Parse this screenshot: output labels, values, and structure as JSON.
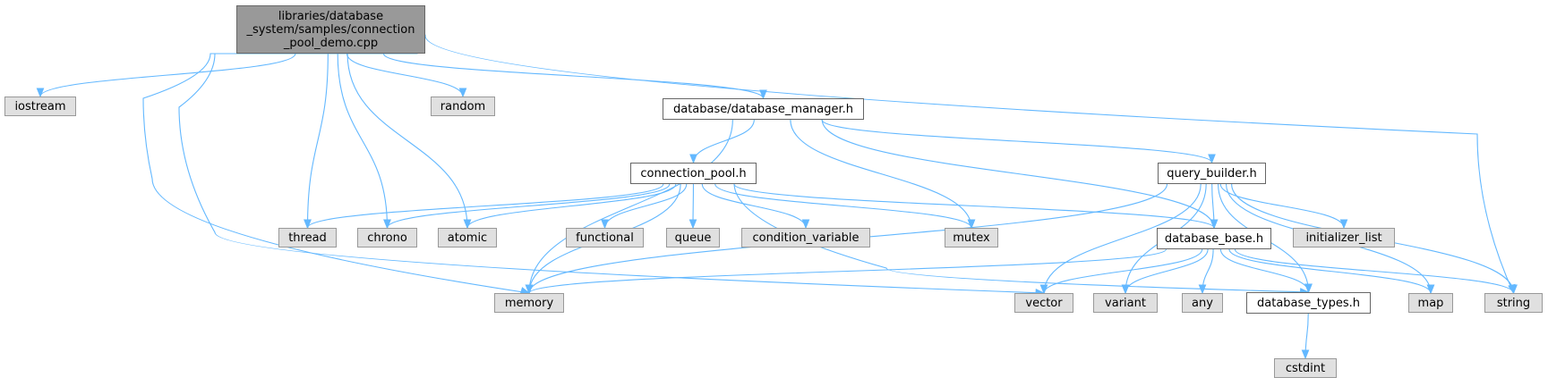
{
  "root": {
    "label_lines": [
      "libraries/database",
      "_system/samples/connection",
      "_pool_demo.cpp"
    ]
  },
  "nodes": {
    "iostream": "iostream",
    "random": "random",
    "database_manager": "database/database_manager.h",
    "connection_pool": "connection_pool.h",
    "query_builder": "query_builder.h",
    "thread": "thread",
    "chrono": "chrono",
    "atomic": "atomic",
    "functional": "functional",
    "queue": "queue",
    "condition_variable": "condition_variable",
    "mutex": "mutex",
    "database_base": "database_base.h",
    "initializer_list": "initializer_list",
    "memory": "memory",
    "vector": "vector",
    "variant": "variant",
    "any": "any",
    "database_types": "database_types.h",
    "map": "map",
    "string": "string",
    "cstdint": "cstdint"
  },
  "edges": [
    [
      "root",
      "iostream"
    ],
    [
      "root",
      "random"
    ],
    [
      "root",
      "database_manager"
    ],
    [
      "root",
      "string"
    ],
    [
      "root",
      "thread"
    ],
    [
      "root",
      "chrono"
    ],
    [
      "root",
      "atomic"
    ],
    [
      "root",
      "memory"
    ],
    [
      "root",
      "vector"
    ],
    [
      "database_manager",
      "connection_pool"
    ],
    [
      "database_manager",
      "query_builder"
    ],
    [
      "database_manager",
      "memory"
    ],
    [
      "database_manager",
      "mutex"
    ],
    [
      "database_manager",
      "database_base"
    ],
    [
      "connection_pool",
      "thread"
    ],
    [
      "connection_pool",
      "chrono"
    ],
    [
      "connection_pool",
      "atomic"
    ],
    [
      "connection_pool",
      "functional"
    ],
    [
      "connection_pool",
      "queue"
    ],
    [
      "connection_pool",
      "condition_variable"
    ],
    [
      "connection_pool",
      "mutex"
    ],
    [
      "connection_pool",
      "memory"
    ],
    [
      "connection_pool",
      "database_base"
    ],
    [
      "connection_pool",
      "database_types"
    ],
    [
      "query_builder",
      "database_base"
    ],
    [
      "query_builder",
      "initializer_list"
    ],
    [
      "query_builder",
      "memory"
    ],
    [
      "query_builder",
      "vector"
    ],
    [
      "query_builder",
      "variant"
    ],
    [
      "query_builder",
      "map"
    ],
    [
      "query_builder",
      "string"
    ],
    [
      "query_builder",
      "database_types"
    ],
    [
      "database_base",
      "memory"
    ],
    [
      "database_base",
      "vector"
    ],
    [
      "database_base",
      "variant"
    ],
    [
      "database_base",
      "any"
    ],
    [
      "database_base",
      "database_types"
    ],
    [
      "database_base",
      "map"
    ],
    [
      "database_base",
      "string"
    ],
    [
      "database_types",
      "cstdint"
    ]
  ]
}
